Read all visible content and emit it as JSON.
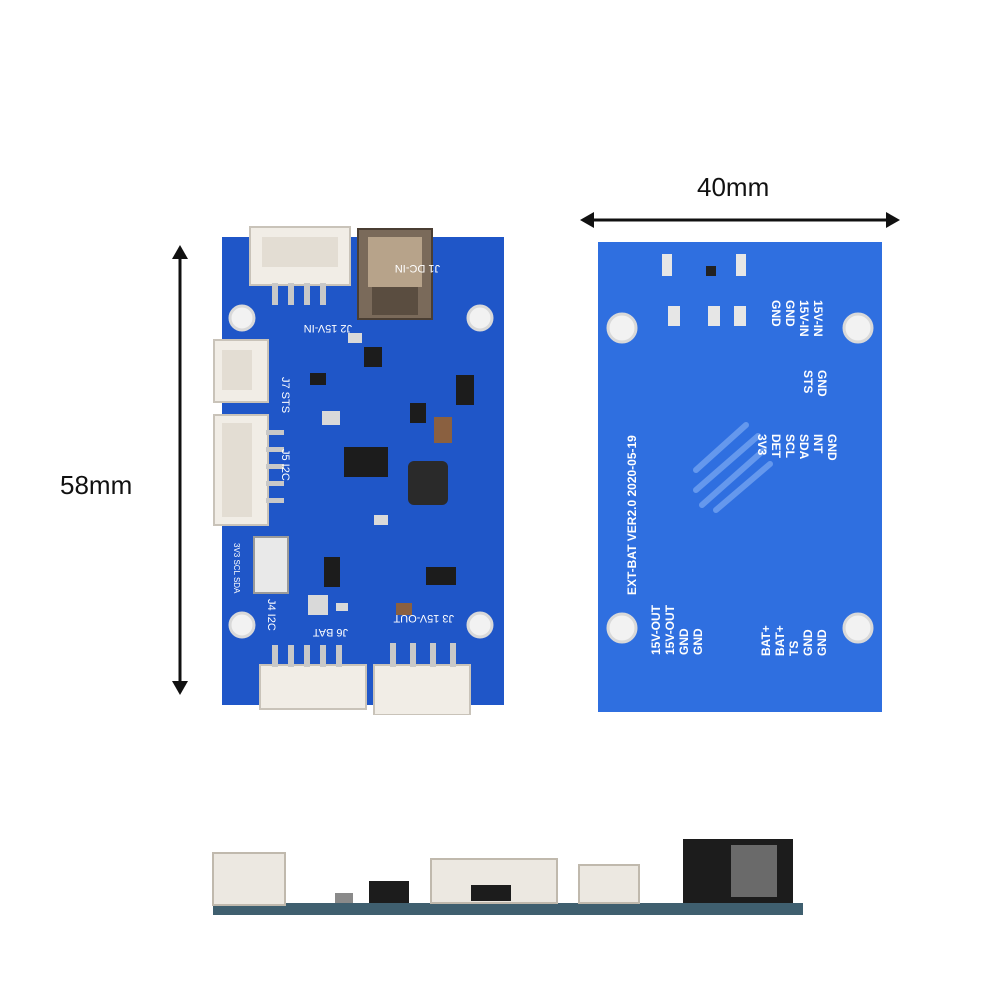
{
  "dimensions": {
    "width_label": "40mm",
    "height_label": "58mm"
  },
  "front": {
    "labels": {
      "j1": "J1 DC-IN",
      "j2": "J2 15V-IN",
      "j7": "J7 STS",
      "j5": "J5 I2C",
      "j4": "J4 I2C",
      "j6": "J6 BAT",
      "j3": "J3 15V-OUT",
      "fpc": "3V3 SCL SDA"
    }
  },
  "back": {
    "model": "EXT-BAT VER2.0 2020-05-19",
    "pins_top": [
      "GND",
      "GND",
      "15V-IN",
      "15V-IN"
    ],
    "pins_sts": [
      "STS",
      "GND"
    ],
    "pins_i2c": [
      "3V3",
      "DET",
      "SCL",
      "SDA",
      "INT",
      "GND"
    ],
    "pins_out": [
      "15V-OUT",
      "15V-OUT",
      "GND",
      "GND"
    ],
    "pins_bat": [
      "BAT+",
      "BAT+",
      "TS",
      "GND",
      "GND"
    ]
  },
  "colors": {
    "pcb": "#1f56c8",
    "pcb_back": "#2f6fe0",
    "connector": "#f1ede6"
  }
}
